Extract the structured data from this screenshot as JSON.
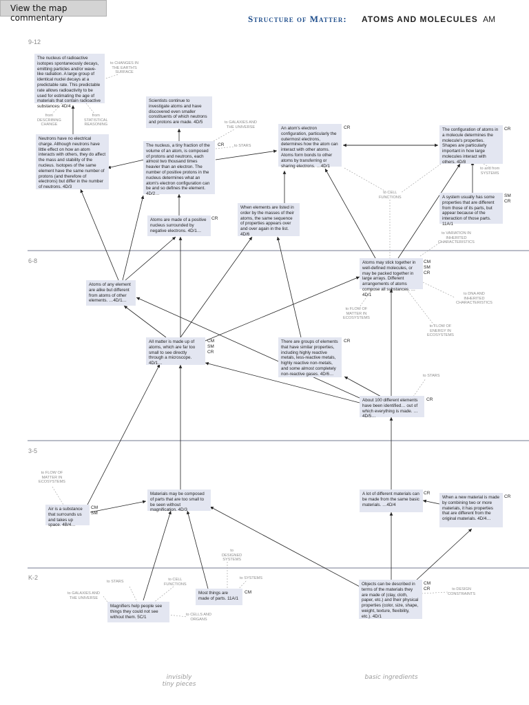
{
  "commentary_button": "View the map commentary",
  "header": {
    "t1": "Structure of Matter:",
    "t2": "ATOMS AND MOLECULES",
    "t3": "AM"
  },
  "bands": {
    "b912": "9-12",
    "b68": "6-8",
    "b35": "3-5",
    "bk2": "K-2"
  },
  "boxes": {
    "radio": "The nucleus of radioactive isotopes spontaneously decays, emitting particles and/or wave-like radiation. A large group of identical nuclei decays at a predictable rate. This predictable rate allows radioactivity to be used for estimating the age of materials that contain radioactive substances. 4D/4",
    "scientists": "Scientists continue to investigate atoms and have discovered even smaller constituents of which neutrons and protons are made. 4D/5",
    "neutrons": "Neutrons have no electrical charge. Although neutrons have little effect on how an atom interacts with others, they do affect the mass and stability of the nucleus. Isotopes of the same element have the same number of protons (and therefore of electrons) but differ in the number of neutrons. 4D/3",
    "nucleus": "The nucleus, a tiny fraction of the volume of an atom, is composed of protons and neutrons, each almost two thousand times heavier than an electron. The number of positive protons in the nucleus determines what an atom's electron configuration can be and so defines the element. 4D/2…",
    "electron_config": "An atom's electron configuration, particularly the outermost electrons, determines how the atom can interact with other atoms. Atoms form bonds to other atoms by transferring or sharing electrons. …4D/1",
    "config_molecule": "The configuration of atoms in a molecule determines the molecule's properties. Shapes are particularly important in how large molecules interact with others. 4D/8",
    "positive_nucleus": "Atoms are made of a positive nucleus surrounded by negative electrons. 4D/1…",
    "periodic": "When elements are listed in order by the masses of their atoms, the same sequence of properties appears over and over again in the list. 4D/6",
    "system": "A system usually has some properties that are different from those of its parts, but appear because of the interaction of those parts. 11A/1",
    "stick": "Atoms may stick together in well-defined molecules, or may be packed together in large arrays. Different arrangements of atoms compose all substances. …4D/1",
    "alike": "Atoms of any element are alike but different from atoms of other elements. …4D/1…",
    "all_matter": "All matter is made up of atoms, which are far too small to see directly through a microscope. 4D/1…",
    "groups": "There are groups of elements that have similar properties, including highly reactive metals, less-reactive metals, highly reactive non-metals, and some almost completely non-reactive gases. 4D/6…",
    "hundred": "About 100 different elements have been identified… out of which everything is made. …4D/5…",
    "air": "Air is a substance that surrounds us and takes up space. 4B/4…",
    "parts": "Materials may be composed of parts that are too small to be seen without magnification. 4D/3",
    "lot": "A lot of different materials can be made from the same basic materials. …4D/4",
    "new_material": "When a new material is made by combining two or more materials, it has properties that are different from the original materials. 4D/4…",
    "magnifiers": "Magnifiers help people see things they could not see without them. 5C/1",
    "most_things": "Most things are made of parts. 11A/1",
    "objects": "Objects can be described in terms of the materials they are made of (clay, cloth, paper, etc.) and their physical properties (color, size, shape, weight, texture, flexibility, etc.). 4D/1"
  },
  "codes": {
    "nucleus": "CR",
    "electron_config": "CR",
    "config_molecule": "CR",
    "positive_nucleus": "CR",
    "system": "SM\nCR",
    "stick": "CM\nSM\nCR",
    "all_matter": "CM\nSM\nCR",
    "groups": "CR",
    "hundred": "CR",
    "air": "CM\nSM",
    "lot": "CR",
    "new_material": "CR",
    "most_things": "CM",
    "objects": "CM\nCR"
  },
  "refs": {
    "r1": "to CHANGES IN\nTHE EARTH'S\nSURFACE",
    "r2": "from\nDESCRIBING\nCHANGE",
    "r3": "from\nSTATISTICAL\nREASONING",
    "r4": "to GALAXIES AND\nTHE UNIVERSE",
    "r5": "to STARS",
    "r6": "to CELL\nFUNCTIONS",
    "r7": "to and from\nSYSTEMS",
    "r8": "to VARIATION IN\nINHERITED\nCHARACTERISTICS",
    "r9": "to DNA AND\nINHERITED\nCHARACTERISTICS",
    "r10": "to FLOW OF\nMATTER IN\nECOSYSTEMS",
    "r11": "to FLOW OF\nENERGY IN\nECOSYSTEMS",
    "r12": "to STARS",
    "r13": "to FLOW OF\nMATTER IN\nECOSYSTEMS",
    "r14": "to\nDESIGNED\nSYSTEMS",
    "r15": "to SYSTEMS",
    "r16": "to STARS",
    "r17": "to CELL\nFUNCTIONS",
    "r18": "to GALAXIES AND\nTHE UNIVERSE",
    "r19": "to CELLS AND\nORGANS",
    "r20": "to DESIGN\nCONSTRAINTS"
  },
  "footer": {
    "left": "invisibly\ntiny pieces",
    "right": "basic ingredients"
  },
  "colors": {
    "box": "#e3e6f1",
    "title": "#1f4e8c",
    "band_line": "#b9bcc7"
  }
}
